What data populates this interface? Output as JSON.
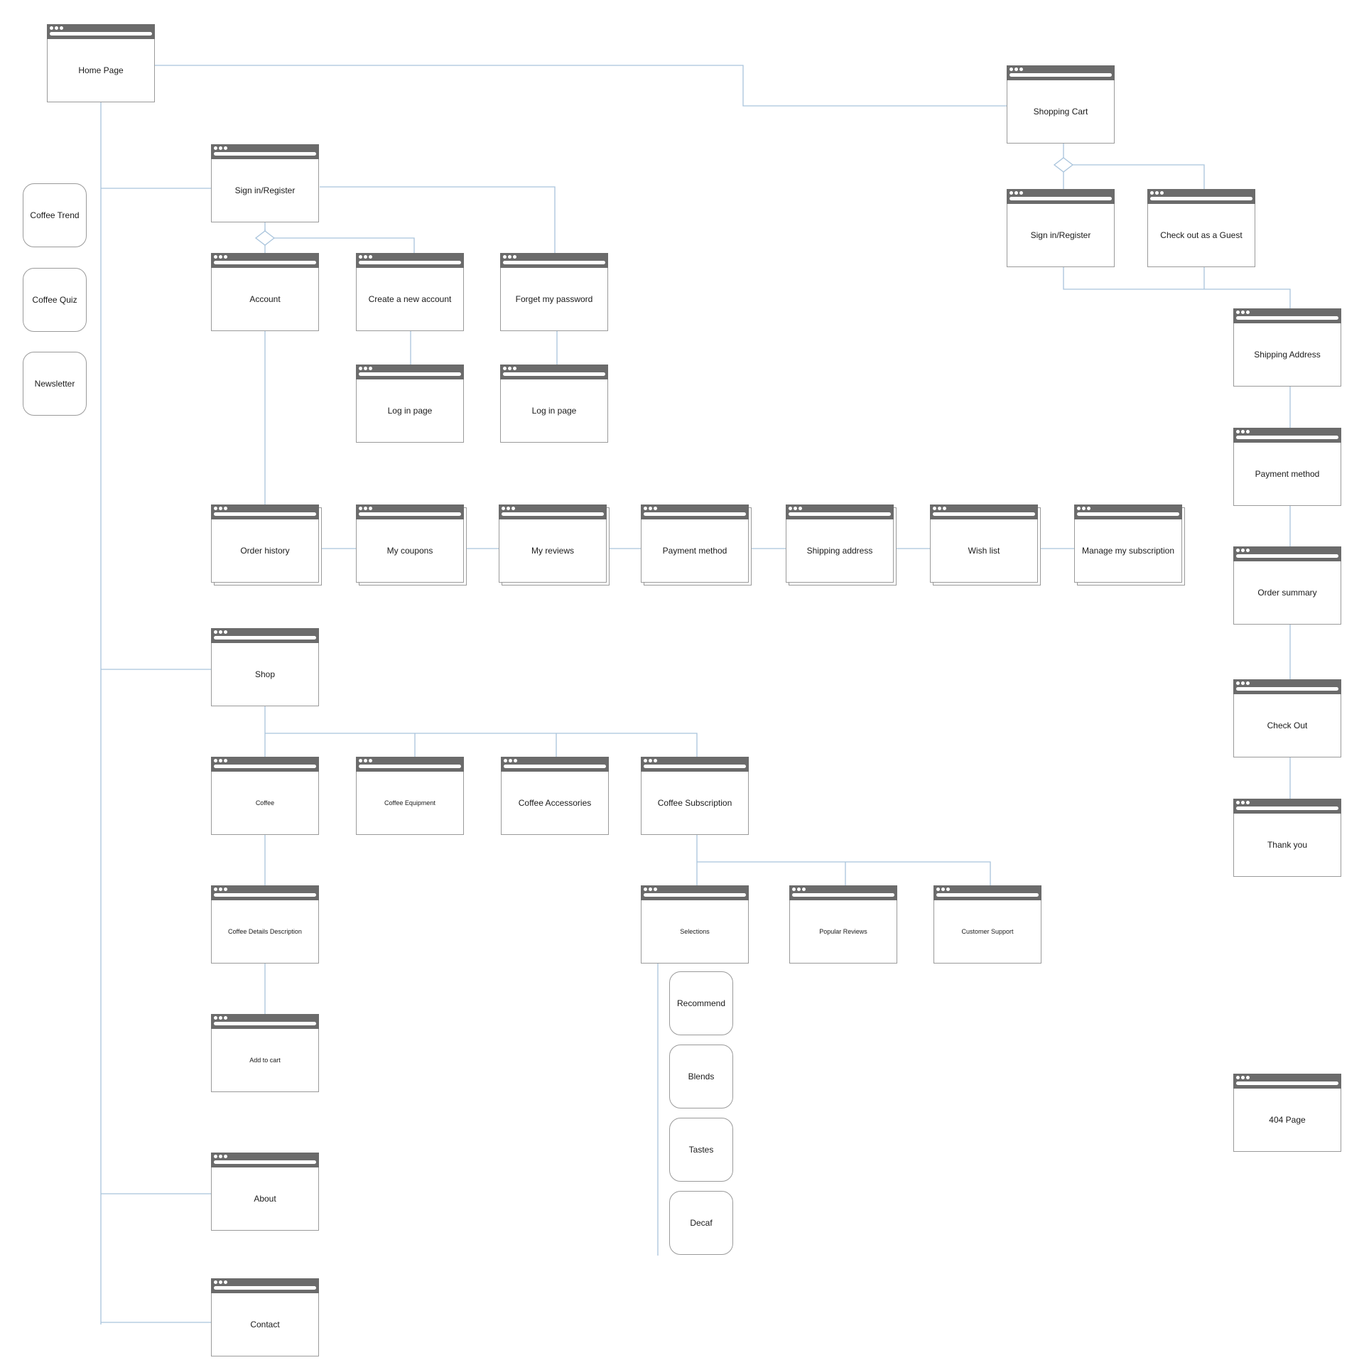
{
  "pages": [
    {
      "id": "home-page",
      "label": "Home Page"
    },
    {
      "id": "sign-in-register",
      "label": "Sign in/Register"
    },
    {
      "id": "account",
      "label": "Account"
    },
    {
      "id": "create-new-account",
      "label": "Create a new account"
    },
    {
      "id": "forget-password",
      "label": "Forget my password"
    },
    {
      "id": "login-page-1",
      "label": "Log in page"
    },
    {
      "id": "login-page-2",
      "label": "Log in page"
    },
    {
      "id": "order-history",
      "label": "Order history"
    },
    {
      "id": "my-coupons",
      "label": "My coupons"
    },
    {
      "id": "my-reviews",
      "label": "My reviews"
    },
    {
      "id": "payment-method-account",
      "label": "Payment method"
    },
    {
      "id": "shipping-address-account",
      "label": "Shipping address"
    },
    {
      "id": "wish-list",
      "label": "Wish list"
    },
    {
      "id": "manage-subscription",
      "label": "Manage my subscription"
    },
    {
      "id": "shop",
      "label": "Shop"
    },
    {
      "id": "coffee",
      "label": "Coffee"
    },
    {
      "id": "coffee-equipment",
      "label": "Coffee Equipment"
    },
    {
      "id": "coffee-accessories",
      "label": "Coffee Accessories"
    },
    {
      "id": "coffee-subscription",
      "label": "Coffee Subscription"
    },
    {
      "id": "coffee-details",
      "label": "Coffee Details Description"
    },
    {
      "id": "add-to-cart",
      "label": "Add to cart"
    },
    {
      "id": "selections",
      "label": "Selections"
    },
    {
      "id": "popular-reviews",
      "label": "Popular Reviews"
    },
    {
      "id": "customer-support",
      "label": "Customer Support"
    },
    {
      "id": "about",
      "label": "About"
    },
    {
      "id": "contact",
      "label": "Contact"
    },
    {
      "id": "shopping-cart",
      "label": "Shopping Cart"
    },
    {
      "id": "cart-sign-in-register",
      "label": "Sign in/Register"
    },
    {
      "id": "checkout-guest",
      "label": "Check out as a Guest"
    },
    {
      "id": "shipping-address",
      "label": "Shipping Address"
    },
    {
      "id": "payment-method",
      "label": "Payment method"
    },
    {
      "id": "order-summary",
      "label": "Order summary"
    },
    {
      "id": "check-out",
      "label": "Check Out"
    },
    {
      "id": "thank-you",
      "label": "Thank you"
    },
    {
      "id": "page-404",
      "label": "404 Page"
    }
  ],
  "sections": [
    {
      "id": "coffee-trend",
      "label": "Coffee Trend"
    },
    {
      "id": "coffee-quiz",
      "label": "Coffee Quiz"
    },
    {
      "id": "newsletter",
      "label": "Newsletter"
    },
    {
      "id": "recommend",
      "label": "Recommend"
    },
    {
      "id": "blends",
      "label": "Blends"
    },
    {
      "id": "tastes",
      "label": "Tastes"
    },
    {
      "id": "decaf",
      "label": "Decaf"
    }
  ]
}
